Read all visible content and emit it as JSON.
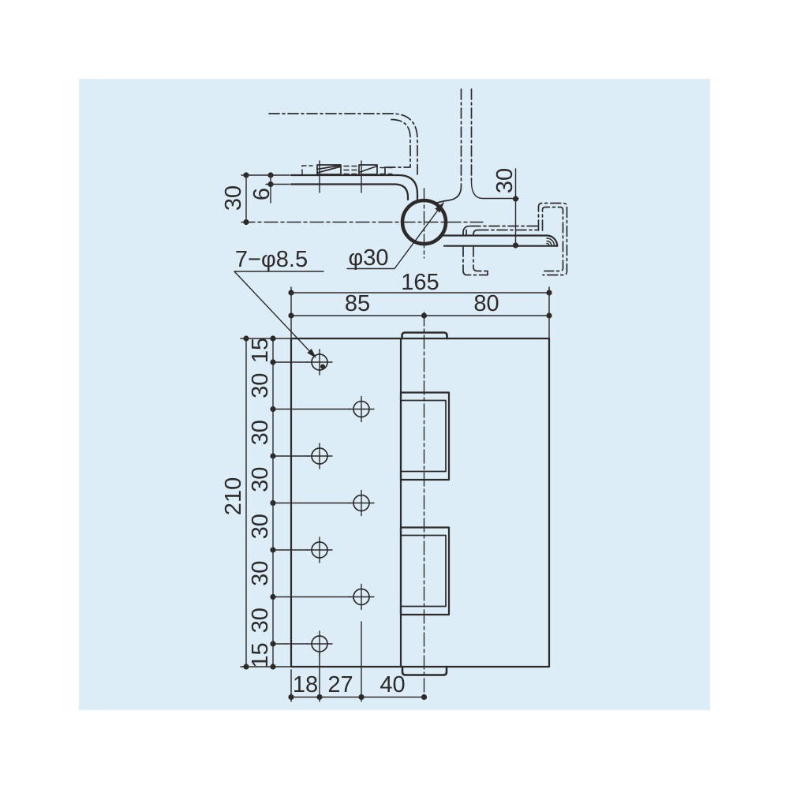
{
  "colors": {
    "panel_bg": "#dcedf8",
    "page_bg": "#ffffff",
    "line": "#2d2a28"
  },
  "top_view": {
    "dim_left_offset": "30",
    "dim_plate_thickness": "6",
    "dim_right_offset": "30",
    "label_pin_diameter": "φ30"
  },
  "front_view": {
    "label_holes": "7−φ8.5",
    "dim_total_width": "165",
    "dim_left_leaf_width": "85",
    "dim_right_leaf_width": "80",
    "dim_total_height": "210",
    "v_spacing": [
      "15",
      "30",
      "30",
      "30",
      "30",
      "30",
      "30",
      "15"
    ],
    "dim_edge_to_col1": "18",
    "dim_col1_to_col2": "27",
    "dim_col2_to_center": "40"
  }
}
